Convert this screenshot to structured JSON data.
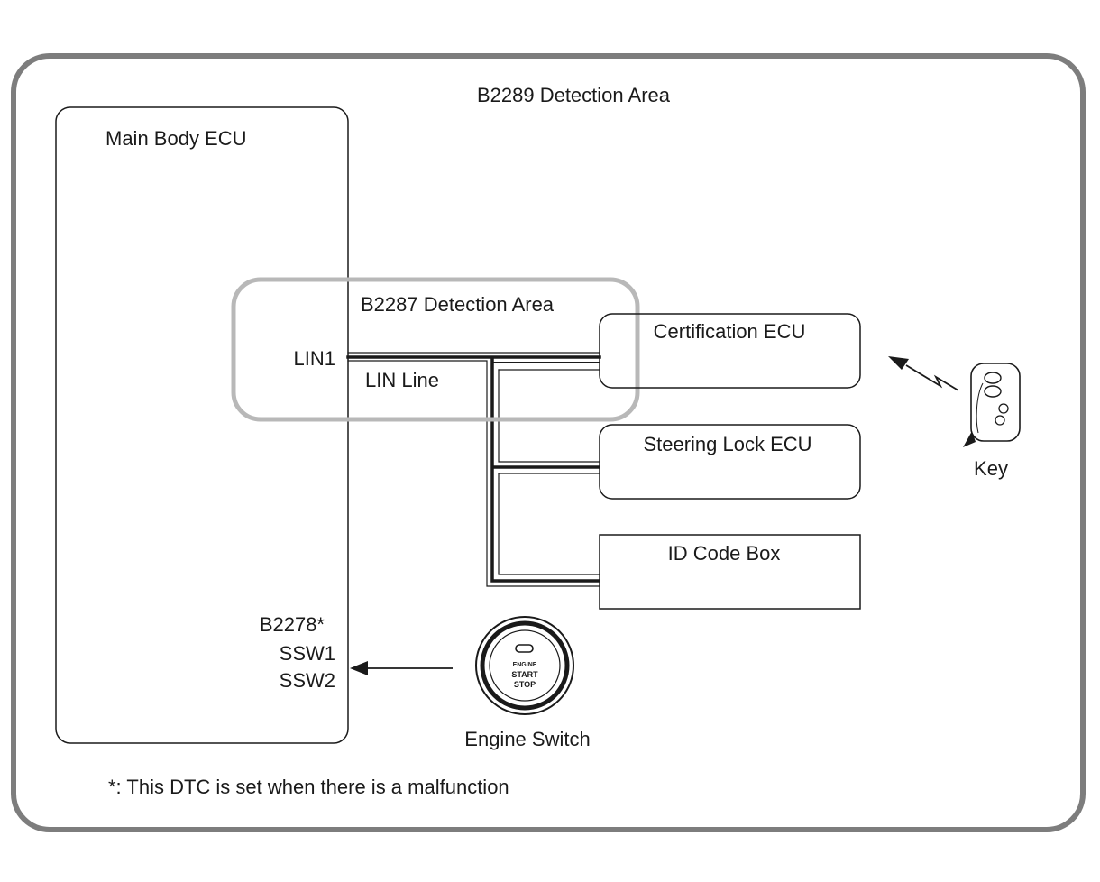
{
  "outer_area": {
    "label": "B2289 Detection Area"
  },
  "main_ecu": {
    "title": "Main Body ECU",
    "lin_terminal": "LIN1",
    "dtc_label": "B2278*",
    "ssw1": "SSW1",
    "ssw2": "SSW2"
  },
  "inner_area": {
    "label": "B2287 Detection Area"
  },
  "lin_line": {
    "label": "LIN Line"
  },
  "certification_ecu": {
    "label": "Certification ECU"
  },
  "steering_lock_ecu": {
    "label": "Steering Lock ECU"
  },
  "id_code_box": {
    "label": "ID Code Box"
  },
  "key": {
    "label": "Key"
  },
  "engine_switch": {
    "label": "Engine Switch",
    "button_line1": "ENGINE",
    "button_line2": "START",
    "button_line3": "STOP"
  },
  "footnote": "*: This DTC is set when there is a malfunction",
  "colors": {
    "frame": "#7d7d7d",
    "inner_area": "#b8b8b8",
    "line": "#1a1a1a"
  }
}
